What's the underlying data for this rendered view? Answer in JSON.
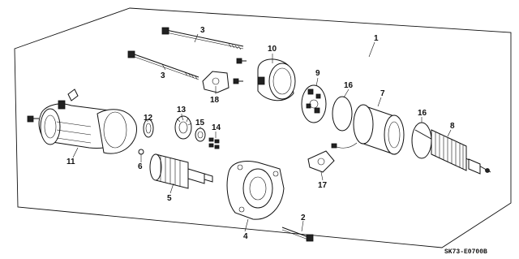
{
  "diagram": {
    "code": "SK73-E0700B",
    "callouts": [
      "1",
      "2",
      "3",
      "3",
      "4",
      "5",
      "6",
      "7",
      "8",
      "9",
      "10",
      "11",
      "12",
      "13",
      "14",
      "15",
      "16",
      "16",
      "17",
      "18"
    ]
  }
}
